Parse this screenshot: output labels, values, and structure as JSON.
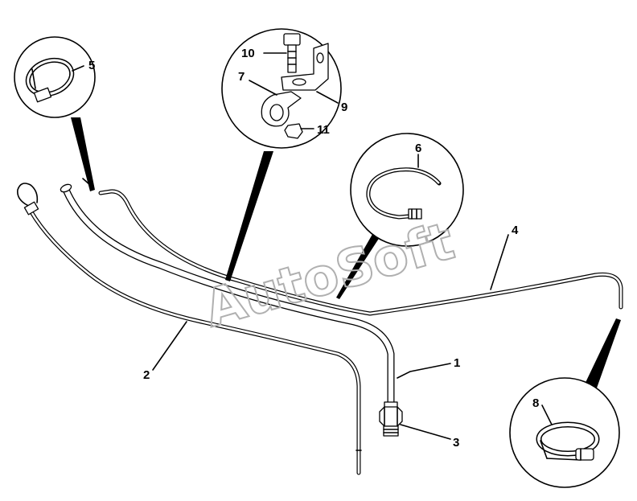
{
  "watermark": "AutoSoft",
  "callouts": {
    "c1": "1",
    "c2": "2",
    "c3": "3",
    "c4": "4",
    "c5": "5",
    "c6": "6",
    "c7": "7",
    "c8": "8",
    "c9": "9",
    "c10": "10",
    "c11": "11"
  },
  "icons": {
    "hose-clamp-5": "hose-clamp-icon",
    "spring-clip-6": "spring-clip-icon",
    "hose-clamp-8": "hose-clamp-icon",
    "bracket-assembly": "bracket-icon"
  },
  "colors": {
    "line": "#000000",
    "watermark": "#b0b0b0",
    "background": "#ffffff"
  }
}
